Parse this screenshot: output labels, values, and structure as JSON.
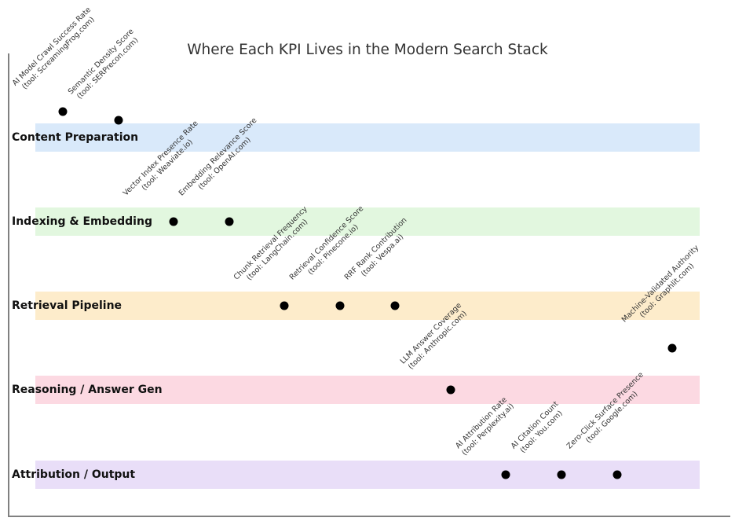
{
  "title": "Where Each KPI Lives in the Modern Search Stack",
  "colors": {
    "dot": "#000000",
    "spine": "#808080",
    "stage_label_text": "#111111",
    "annotation_text": "#333333",
    "background": "#ffffff"
  },
  "chart_data": {
    "type": "scatter",
    "title": "Where Each KPI Lives in the Modern Search Stack",
    "legend": false,
    "grid": false,
    "axes": {
      "left_spine": true,
      "bottom_spine": true,
      "tick_labels_visible": false
    },
    "y_axis_meaning": "stage_value: 0 = Content Preparation band center, 4 = Attribution / Output band center",
    "stages": [
      {
        "label": "Content Preparation",
        "color": "#d9e9fa"
      },
      {
        "label": "Indexing & Embedding",
        "color": "#e2f7df"
      },
      {
        "label": "Retrieval Pipeline",
        "color": "#fdeccb"
      },
      {
        "label": "Reasoning / Answer Gen",
        "color": "#fcd9e2"
      },
      {
        "label": "Attribution / Output",
        "color": "#e9def8"
      }
    ],
    "points": [
      {
        "kpi": "AI Model Crawl Success Rate",
        "tool": "ScreamingFrog.com",
        "tool_label": "(tool: ScreamingFrog.com)",
        "x_index": 0,
        "stage_value": -0.3
      },
      {
        "kpi": "Semantic Density Score",
        "tool": "SERPrecon.com",
        "tool_label": "(tool: SERPrecon.com)",
        "x_index": 1,
        "stage_value": -0.2
      },
      {
        "kpi": "Vector Index Presence Rate",
        "tool": "Weaviate.io",
        "tool_label": "(tool: Weaviate.io)",
        "x_index": 2,
        "stage_value": 1
      },
      {
        "kpi": "Embedding Relevance Score",
        "tool": "OpenAI.com",
        "tool_label": "(tool: OpenAI.com)",
        "x_index": 3,
        "stage_value": 1
      },
      {
        "kpi": "Chunk Retrieval Frequency",
        "tool": "LangChain.com",
        "tool_label": "(tool: LangChain.com)",
        "x_index": 4,
        "stage_value": 2
      },
      {
        "kpi": "Retrieval Confidence Score",
        "tool": "Pinecone.io",
        "tool_label": "(tool: Pinecone.io)",
        "x_index": 5,
        "stage_value": 2
      },
      {
        "kpi": "RRF Rank Contribution",
        "tool": "Vespa.ai",
        "tool_label": "(tool: Vespa.ai)",
        "x_index": 6,
        "stage_value": 2
      },
      {
        "kpi": "LLM Answer Coverage",
        "tool": "Anthropic.com",
        "tool_label": "(tool: Anthropic.com)",
        "x_index": 7,
        "stage_value": 3
      },
      {
        "kpi": "AI Attribution Rate",
        "tool": "Perplexity.ai",
        "tool_label": "(tool: Perplexity.ai)",
        "x_index": 8,
        "stage_value": 4
      },
      {
        "kpi": "AI Citation Count",
        "tool": "You.com",
        "tool_label": "(tool: You.com)",
        "x_index": 9,
        "stage_value": 4
      },
      {
        "kpi": "Zero-Click Surface Presence",
        "tool": "Google.com",
        "tool_label": "(tool: Google.com)",
        "x_index": 10,
        "stage_value": 4
      },
      {
        "kpi": "Machine-Validated Authority",
        "tool": "Graphlit.com",
        "tool_label": "(tool: Graphlit.com)",
        "x_index": 11,
        "stage_value": 2.5
      }
    ]
  }
}
